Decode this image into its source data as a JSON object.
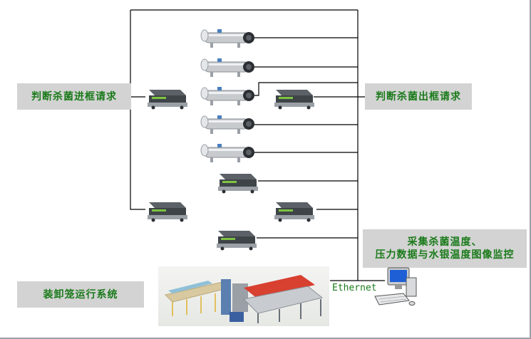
{
  "labels": {
    "entry_request": "判断杀菌进框请求",
    "exit_request": "判断杀菌出框请求",
    "monitor_line1": "采集杀菌温度、",
    "monitor_line2": "压力数据与水银温度图像监控",
    "cage_system": "装卸笼运行系统",
    "ethernet": "Ethernet"
  },
  "colors": {
    "label_text": "#1a7a1a",
    "label_bg": "#d3d3d3",
    "wire": "#000000",
    "sterilizer_body": "#c8cbce",
    "cart_body": "#3e4448",
    "pc_screen": "#1f5fd6"
  },
  "icons": {
    "sterilizer": "retort-sterilizer-icon",
    "cart": "loading-frame-cart-icon",
    "computer": "desktop-computer-icon",
    "plant": "loading-line-photo"
  }
}
